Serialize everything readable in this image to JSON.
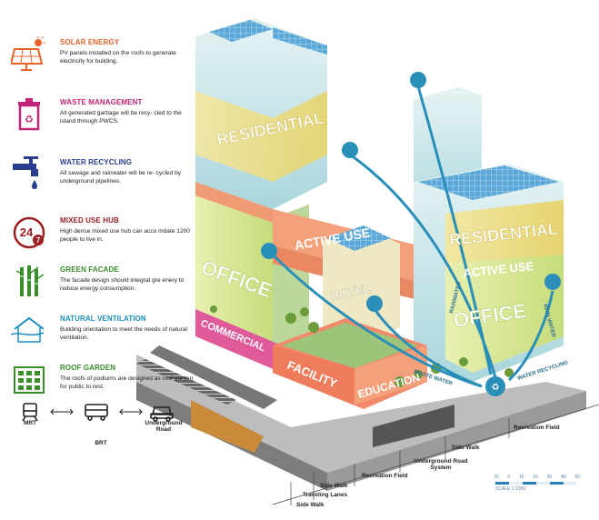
{
  "legend": [
    {
      "id": "solar",
      "title": "SOLAR ENERGY",
      "desc": "PV panels installed on the roofs to generate electricity for building.",
      "color": "#e8622a",
      "icon": "solar-panel-icon"
    },
    {
      "id": "waste",
      "title": "WASTE MANAGEMENT",
      "desc": "All  generated garbage will be recy- cled to the island through PWCS.",
      "color": "#c2247a",
      "icon": "recycle-bin-icon"
    },
    {
      "id": "water",
      "title": "WATER RECYCLING",
      "desc": "All sewage and rainwater will be re- cycled by underground pipelines.",
      "color": "#2b3d8f",
      "icon": "water-tap-icon"
    },
    {
      "id": "mixed",
      "title": "MIXED USE HUB",
      "desc": "High dense mixed use hub can acco mdate 1200 people to live in.",
      "color": "#9b1f24",
      "icon": "24-7-icon"
    },
    {
      "id": "green",
      "title": "GREEN FACADE",
      "desc": "The facade design should integrat gre enery to reduce energy consumption.",
      "color": "#3a8f2a",
      "icon": "bamboo-icon"
    },
    {
      "id": "vent",
      "title": "NATURAL VENTILATION",
      "desc": "Building orientation to meet the needs of natural ventilation.",
      "color": "#1a8fbf",
      "icon": "house-wind-icon"
    },
    {
      "id": "roof",
      "title": "ROOF GARDEN",
      "desc": "The roofs of podiums are designed as roof garden for public to rest.",
      "color": "#3a8f2a",
      "icon": "roof-grid-icon"
    }
  ],
  "building_labels": {
    "residential_1": "RESIDENTIAL",
    "residential_2": "RESIDENTIAL",
    "office_1": "OFFICE",
    "office_2": "OFFICE",
    "active_use_1": "ACTIVE USE",
    "active_use_2": "ACTIVE USE",
    "hotel": "HOTEL",
    "commercial": "COMMERCIAL",
    "facility": "FACILITY",
    "education": "EDUCATION",
    "rainwater": "RAINWATER",
    "waste_water": "WASTE WATER",
    "water_recycling": "WATER RECYCLING",
    "rain_water": "RAIN WATER"
  },
  "transit": {
    "mrt": "MRT",
    "brt": "BRT",
    "road": "Underground Road"
  },
  "section_labels": {
    "recreation_field_right": "Recreation Field",
    "side_walk_right": "Side Walk",
    "underground_road_system": "Underground Road System",
    "recreation_field": "Recreation Field",
    "side_walk_mid": "Side Walk",
    "traveling_lanes": "Traveling Lanes",
    "side_walk_left": "Side Walk"
  },
  "scale": {
    "ticks": [
      "10",
      "0",
      "10",
      "20",
      "30",
      "40",
      "50"
    ],
    "label": "SCALE 1:1000"
  },
  "colors": {
    "residential": "#e8d86a",
    "office": "#d7e48a",
    "active_use": "#f2a37a",
    "commercial": "#e05a9a",
    "facility": "#f08a6a",
    "glass": "#bfe3e8",
    "flow": "#2a8fb8",
    "ground": "#8a8a8a"
  }
}
